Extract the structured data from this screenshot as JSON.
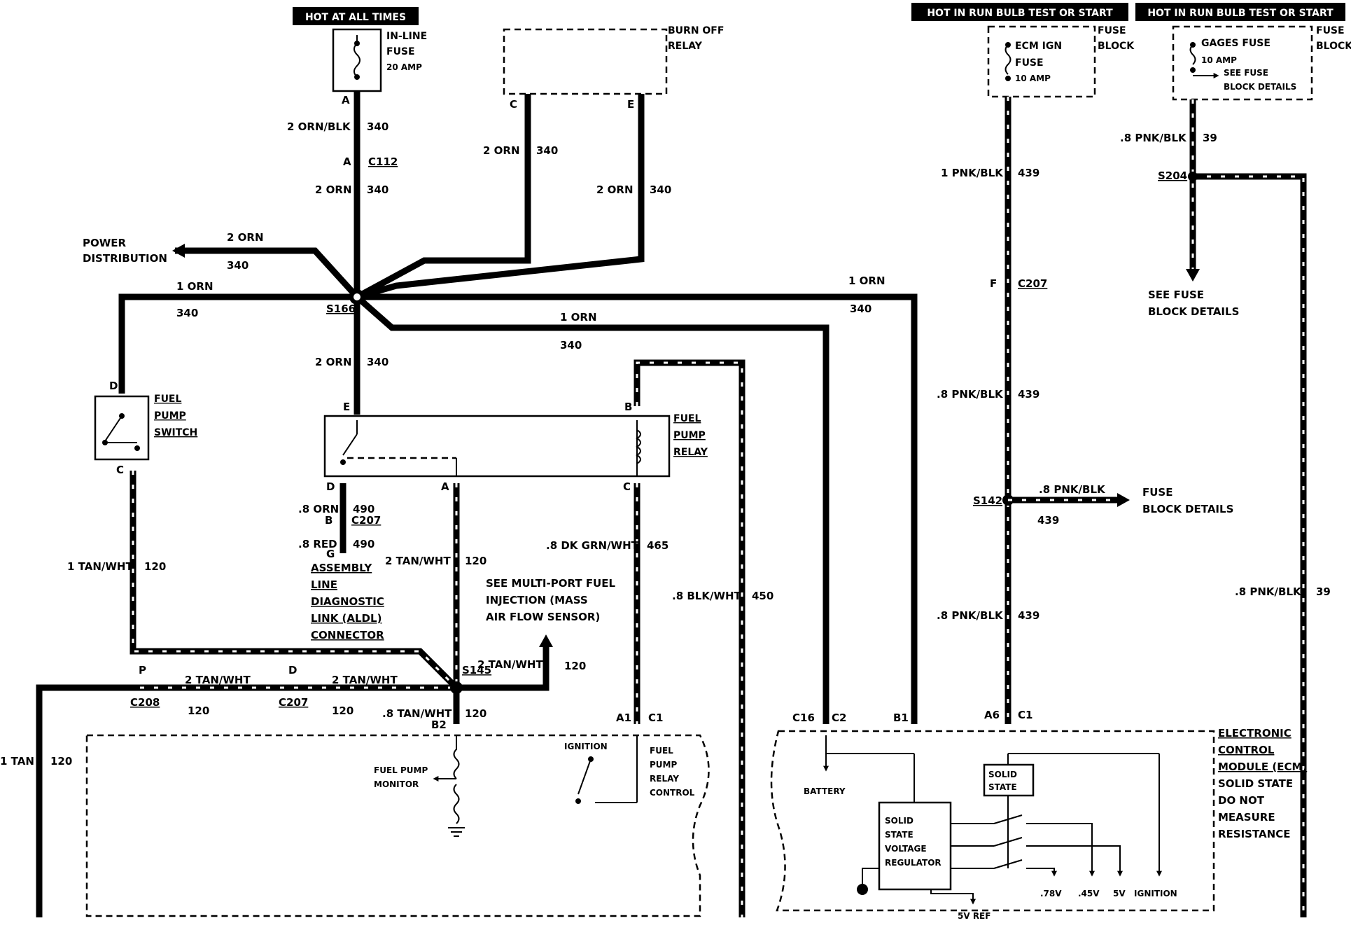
{
  "headers": {
    "hot_at_all_times": "HOT AT ALL TIMES",
    "hot_in_run_1": "HOT IN RUN BULB TEST OR START",
    "hot_in_run_2": "HOT IN RUN BULB TEST OR START"
  },
  "components": {
    "inline_fuse": [
      "IN-LINE",
      "FUSE",
      "20 AMP"
    ],
    "burn_off_relay": [
      "BURN OFF",
      "RELAY"
    ],
    "ecm_ign_fuse": [
      "ECM IGN",
      "FUSE",
      "10 AMP"
    ],
    "fuse_block_1": [
      "FUSE",
      "BLOCK"
    ],
    "gages_fuse": [
      "GAGES FUSE",
      "10 AMP",
      "SEE FUSE",
      "BLOCK DETAILS"
    ],
    "fuse_block_2": [
      "FUSE",
      "BLOCK"
    ],
    "fuel_pump_switch": [
      "FUEL",
      "PUMP",
      "SWITCH"
    ],
    "fuel_pump_relay": [
      "FUEL",
      "PUMP",
      "RELAY"
    ],
    "aldl": [
      "ASSEMBLY",
      "LINE",
      "DIAGNOSTIC",
      "LINK (ALDL)",
      "CONNECTOR"
    ],
    "maf_note": [
      "SEE MULTI-PORT FUEL",
      "INJECTION (MASS",
      "AIR FLOW SENSOR)"
    ],
    "power_distribution": [
      "POWER",
      "DISTRIBUTION"
    ],
    "see_fuse_block": [
      "SEE FUSE",
      "BLOCK DETAILS"
    ],
    "fuse_block_details": [
      "FUSE",
      "BLOCK DETAILS"
    ],
    "ecm": [
      "ELECTRONIC",
      "CONTROL",
      "MODULE (ECM)",
      "SOLID STATE",
      "DO NOT",
      "MEASURE",
      "RESISTANCE"
    ],
    "ignition": "IGNITION",
    "fuel_pump_monitor": [
      "FUEL PUMP",
      "MONITOR"
    ],
    "fuel_pump_relay_control": [
      "FUEL",
      "PUMP",
      "RELAY",
      "CONTROL"
    ],
    "battery": "BATTERY",
    "solid_state": [
      "SOLID",
      "STATE"
    ],
    "ssvr": [
      "SOLID",
      "STATE",
      "VOLTAGE",
      "REGULATOR"
    ],
    "v5_ref": "5V REF",
    "v78": ".78V",
    "v45": ".45V",
    "v5": "5V",
    "ignition_out": "IGNITION"
  },
  "wires": {
    "w_2orn_blk": "2 ORN/BLK",
    "n340": "340",
    "w_2orn": "2 ORN",
    "w_1orn": "1 ORN",
    "w_8orn": ".8 ORN",
    "n490": "490",
    "w_8red": ".8 RED",
    "w_1tanwht": "1 TAN/WHT",
    "n120": "120",
    "w_2tanwht": "2 TAN/WHT",
    "w_8tanwht": ".8 TAN/WHT",
    "w_8dkgrnwht": ".8 DK GRN/WHT",
    "n465": "465",
    "w_8blkwht": ".8 BLK/WHT",
    "n450": "450",
    "w_1tan": "1 TAN",
    "w_1pnkblk": "1 PNK/BLK",
    "n439": "439",
    "w_8pnkblk": ".8 PNK/BLK",
    "n39": "39"
  },
  "connectors": {
    "c112": "C112",
    "c207": "C207",
    "c208": "C208",
    "s166": "S166",
    "s145": "S145",
    "s142": "S142",
    "s204": "S204",
    "pA": "A",
    "pC": "C",
    "pE": "E",
    "pB": "B",
    "pD": "D",
    "pG": "G",
    "pF": "F",
    "pP": "P",
    "pB2": "B2",
    "pA1": "A1",
    "pC1": "C1",
    "pC16": "C16",
    "pC2": "C2",
    "pB1": "B1",
    "pA6": "A6"
  }
}
